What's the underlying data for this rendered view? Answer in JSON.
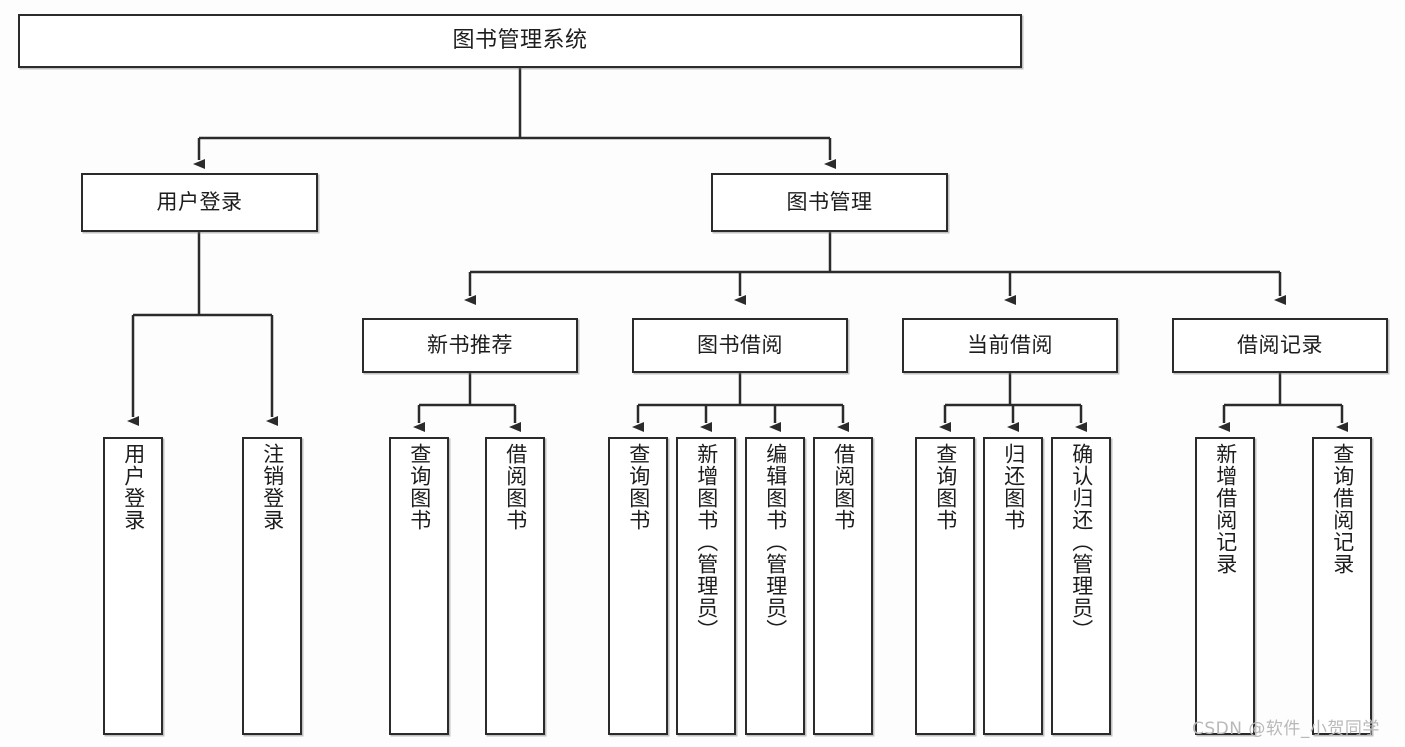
{
  "diagram": {
    "title": "图书管理系统",
    "type": "hierarchy-tree",
    "watermark": "CSDN @软件_小贺同学",
    "colors": {
      "box_border": "#2b2b2b",
      "box_fill": "#ffffff",
      "connector": "#2b2b2b",
      "text": "#1d1d1d",
      "watermark": "#b9b9b9",
      "canvas": "#fdfdfd"
    },
    "root": {
      "label": "图书管理系统"
    },
    "level2": [
      {
        "label": "用户登录"
      },
      {
        "label": "图书管理"
      }
    ],
    "level3": [
      {
        "label": "新书推荐"
      },
      {
        "label": "图书借阅"
      },
      {
        "label": "当前借阅"
      },
      {
        "label": "借阅记录"
      }
    ],
    "leaves": {
      "user_login": [
        {
          "label": "用户登录"
        },
        {
          "label": "注销登录"
        }
      ],
      "new_book_recommend": [
        {
          "label": "查询图书"
        },
        {
          "label": "借阅图书"
        }
      ],
      "book_borrow": [
        {
          "label": "查询图书"
        },
        {
          "label": "新增图书（管理员）"
        },
        {
          "label": "编辑图书（管理员）"
        },
        {
          "label": "借阅图书"
        }
      ],
      "current_borrow": [
        {
          "label": "查询图书"
        },
        {
          "label": "归还图书"
        },
        {
          "label": "确认归还（管理员）"
        }
      ],
      "borrow_record": [
        {
          "label": "新增借阅记录"
        },
        {
          "label": "查询借阅记录"
        }
      ]
    }
  }
}
